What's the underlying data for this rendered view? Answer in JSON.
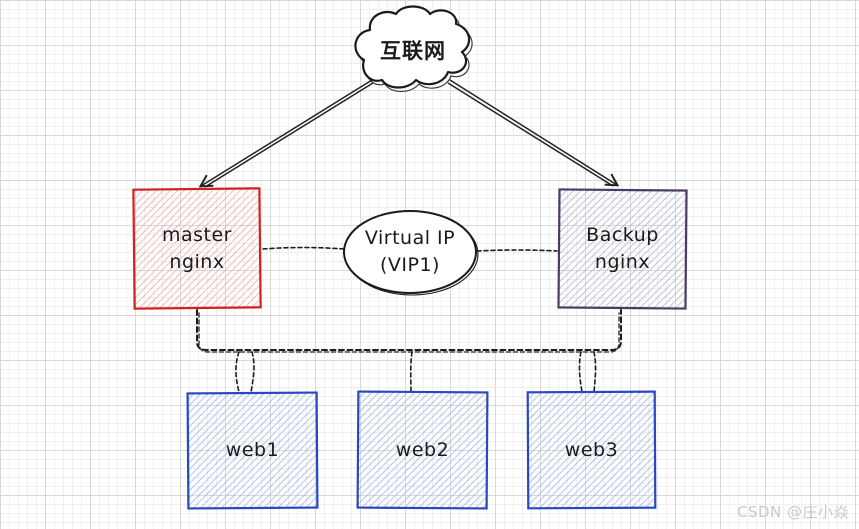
{
  "diagram": {
    "internet": {
      "label": "互联网"
    },
    "master_nginx": {
      "label": "master\nnginx"
    },
    "backup_nginx": {
      "label": "Backup\nnginx"
    },
    "virtual_ip": {
      "label": "Virtual IP\n(VIP1)"
    },
    "web_servers": [
      {
        "label": "web1"
      },
      {
        "label": "web2"
      },
      {
        "label": "web3"
      }
    ]
  },
  "watermark": {
    "text": "CSDN @庄小焱"
  },
  "colors": {
    "master-stroke": "#cf2222",
    "master-hatch": "#eda0a0",
    "backup-stroke": "#4b3a68",
    "backup-hatch": "#b2a6c6",
    "web-stroke": "#2847c0",
    "web-hatch": "#93abe6",
    "ink": "#1b1b1b",
    "watermark": "#c9c9c9"
  }
}
